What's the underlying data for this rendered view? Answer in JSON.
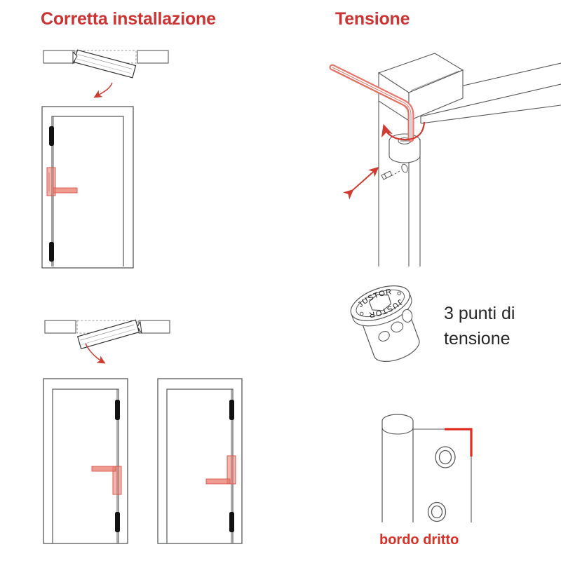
{
  "figure": {
    "kind": "installation-instruction-diagram",
    "language": "it",
    "background_color": "#ffffff",
    "accent_red": "#d93025",
    "line_gray": "#58595b",
    "text_dark": "#262626"
  },
  "sections": {
    "left": {
      "title": "Corretta installazione",
      "title_color": "#cc3333"
    },
    "right": {
      "title": "Tensione",
      "title_color": "#cc3333"
    }
  },
  "labels": {
    "tension_points": "3 punti di\ntensione",
    "tension_points_line1": "3 punti di",
    "tension_points_line2": "tensione",
    "straight_edge": "bordo dritto",
    "straight_edge_color": "#d93025"
  },
  "device": {
    "brand_text": "JUSTOR",
    "brand_text_repeat": 2,
    "socket_shape": "hexagon",
    "tension_holes": 3
  },
  "diagrams": [
    {
      "id": "insert-rod-top-left",
      "name": "rod-insertion-detail-left",
      "description": "Tilted rod being inserted into frame opening, dashed outline shows final position",
      "arrow": "curved-down-left",
      "arrow_color": "#d93025"
    },
    {
      "id": "door-hinge-left",
      "name": "door-elevation-hinge-left",
      "description": "Door frame with hinges on left stile and red closer device with arm pointing right",
      "hinge_side": "left",
      "hinges": 2,
      "closer_arm_direction": "right",
      "closer_color": "#e8796b"
    },
    {
      "id": "insert-rod-bottom-left",
      "name": "rod-insertion-detail-right",
      "description": "Mirrored tilted rod insertion detail, pivot at right",
      "arrow": "curved-down-right",
      "arrow_color": "#d93025"
    },
    {
      "id": "door-hinge-right-a",
      "name": "door-elevation-hinge-right-arm-top",
      "hinge_side": "right",
      "hinges": 2,
      "closer_arm_direction": "left",
      "closer_arm_position": "top",
      "closer_color": "#e8796b"
    },
    {
      "id": "door-hinge-right-b",
      "name": "door-elevation-hinge-right-arm-bottom",
      "hinge_side": "right",
      "hinges": 2,
      "closer_arm_direction": "left",
      "closer_arm_position": "bottom",
      "closer_color": "#e8796b"
    },
    {
      "id": "allen-key-post",
      "name": "allen-key-tensioning-detail",
      "description": "Hex key inserted into top of post under corner rail, rotation arrow and vertical travel arrow",
      "rotation_arrow": "clockwise",
      "travel_arrow": "double-headed-diagonal",
      "key_color": "#e8766b",
      "fastener": "grub-screw"
    },
    {
      "id": "justor-cylinder",
      "name": "justor-tension-cylinder",
      "description": "Isometric cylinder with JUSTOR branded top ring, hex socket and three tension holes"
    },
    {
      "id": "straight-edge-post",
      "name": "post-straight-edge-detail",
      "description": "Post with flat plate showing two ring holes and red L-marker on the straight edge",
      "rings": 2,
      "marker_color": "#d93025"
    }
  ]
}
